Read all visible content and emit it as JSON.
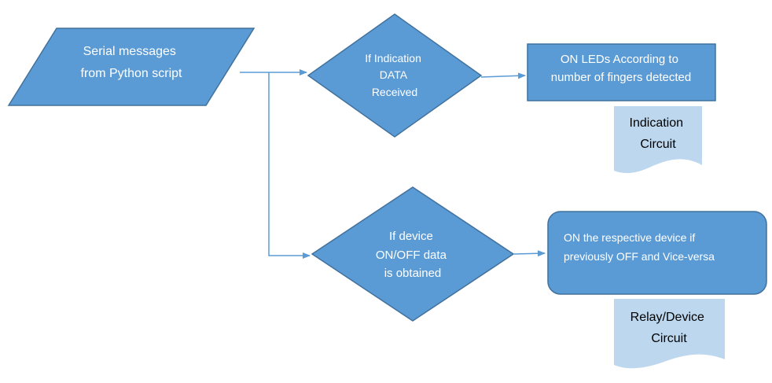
{
  "colors": {
    "shape_fill": "#5b9bd5",
    "shape_stroke": "#41719c",
    "connector": "#5b9bd5",
    "document_fill": "#bdd7ee",
    "shape_text": "#ffffff",
    "document_text": "#000000"
  },
  "nodes": {
    "input": {
      "shape": "parallelogram",
      "lines": [
        "Serial messages",
        "from Python script"
      ]
    },
    "decision_indication": {
      "shape": "diamond",
      "lines": [
        "If Indication",
        "DATA",
        "Received"
      ]
    },
    "process_leds": {
      "shape": "rectangle",
      "lines": [
        "ON LEDs According to",
        "number of fingers detected"
      ]
    },
    "doc_indication": {
      "shape": "document",
      "lines": [
        "Indication",
        "Circuit"
      ]
    },
    "decision_device": {
      "shape": "diamond",
      "lines": [
        "If device",
        "ON/OFF data",
        "is obtained"
      ]
    },
    "process_device": {
      "shape": "rounded-rectangle",
      "lines": [
        "ON the respective device if",
        "previously OFF and Vice-versa"
      ]
    },
    "doc_relay": {
      "shape": "document",
      "lines": [
        "Relay/Device",
        "Circuit"
      ]
    }
  }
}
